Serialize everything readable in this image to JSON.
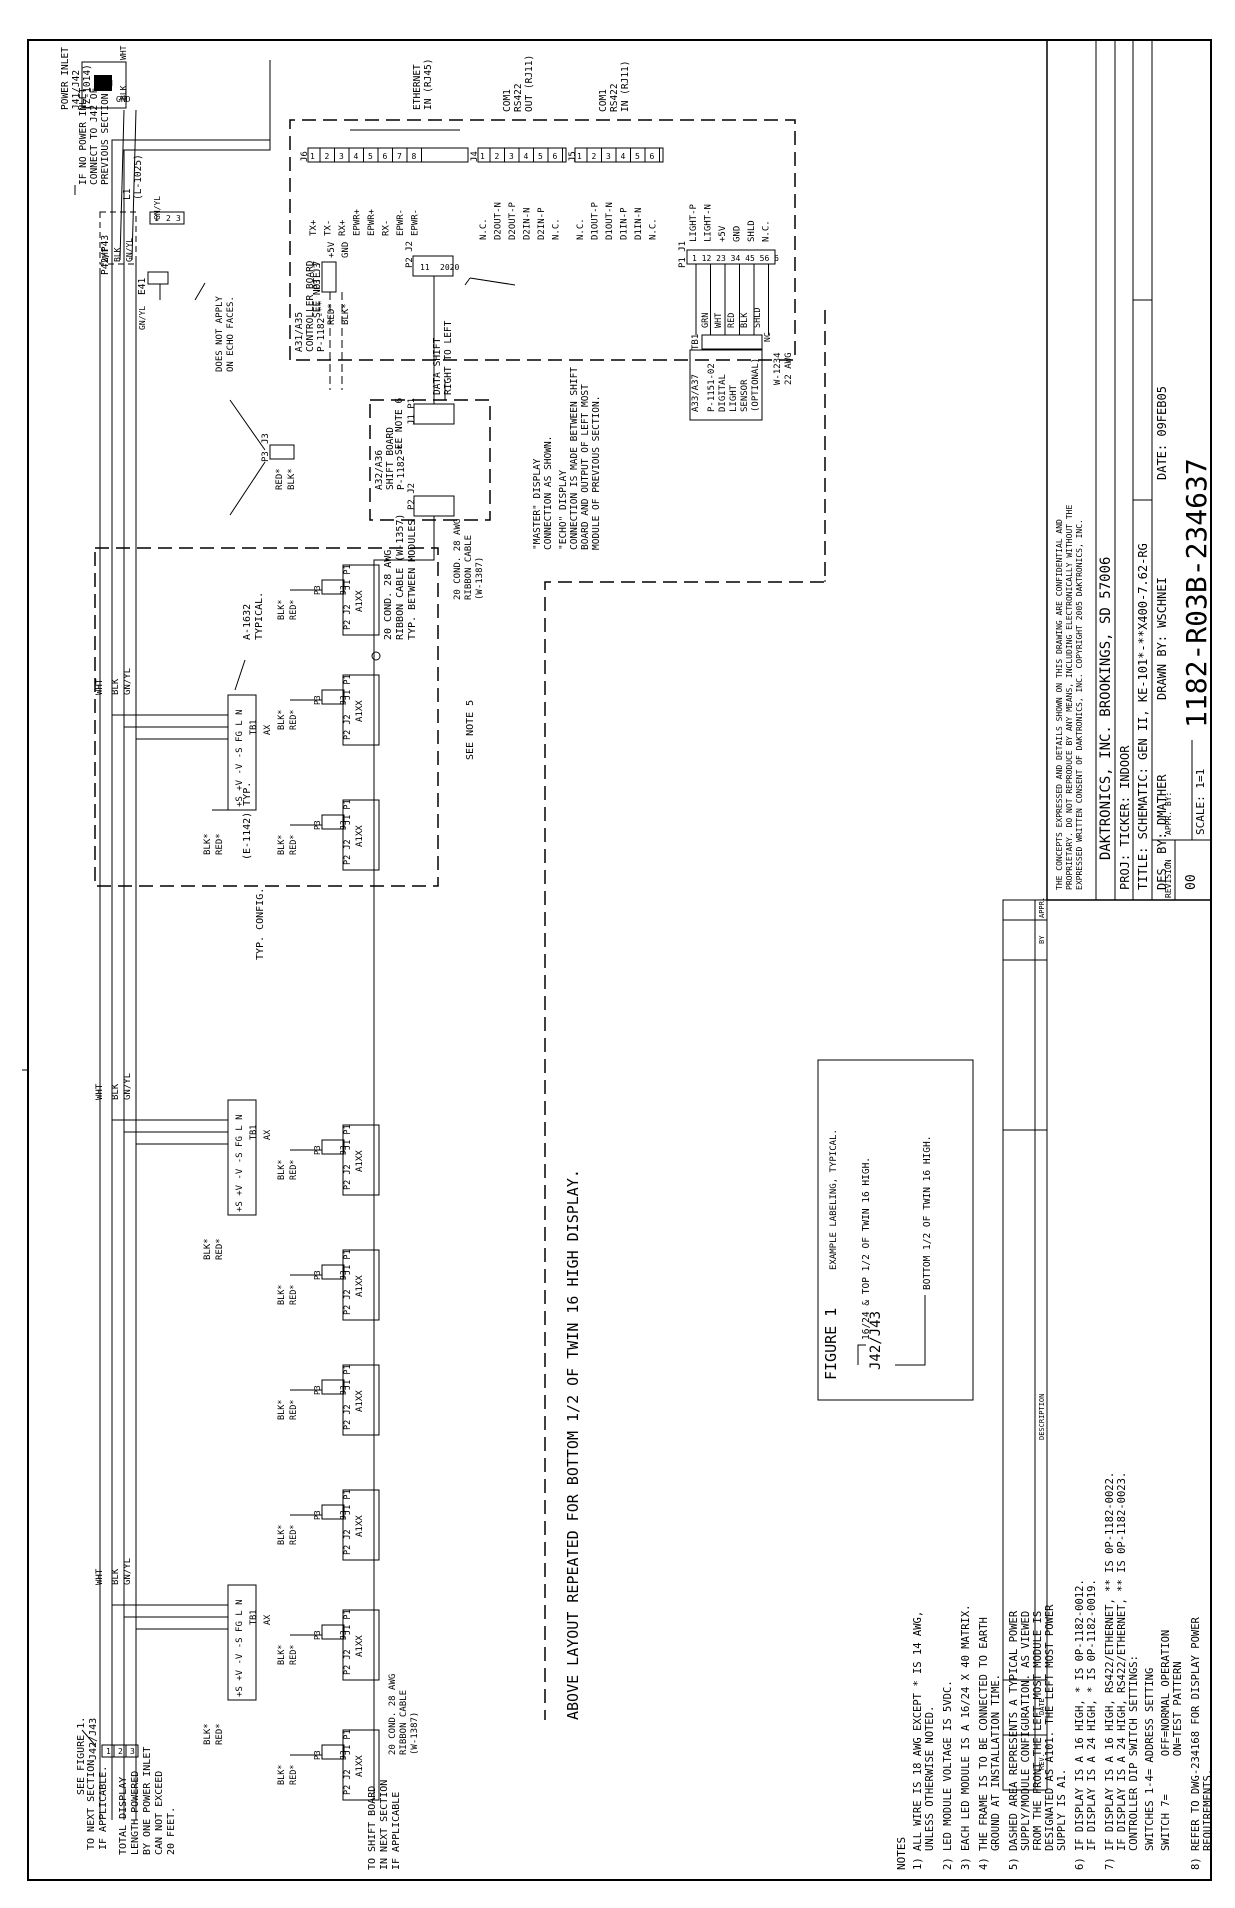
{
  "title_block": {
    "confidential": [
      "THE CONCEPTS EXPRESSED AND DETAILS SHOWN ON THIS DRAWING ARE CONFIDENTIAL AND",
      "PROPRIETARY. DO NOT REPRODUCE BY ANY MEANS, INCLUDING ELECTRONICALLY WITHOUT THE",
      "EXPRESSED WRITTEN CONSENT OF DAKTRONICS, INC. COPYRIGHT 2005 DAKTRONICS, INC."
    ],
    "company": "DAKTRONICS, INC. BROOKINGS, SD 57006",
    "proj": "PROJ: TICKER: INDOOR",
    "title": "TITLE: SCHEMATIC: GEN II, KE-101*-**X400-7.62-RG",
    "des": "DES. BY: DMATHER",
    "drawn": "DRAWN BY: WSCHNEI",
    "date": "DATE: 09FEB05",
    "revision_label": "REVISION",
    "revision": "00",
    "appr": "APPR. BY:",
    "scale": "SCALE: 1=1",
    "dwg_number": "1182-R03B-234637",
    "rev_headers": [
      "REV.",
      "DATE",
      "DESCRIPTION",
      "BY",
      "APPR."
    ]
  },
  "notes": {
    "heading": "NOTES",
    "items": [
      "1) ALL WIRE IS 18 AWG EXCEPT * IS 14 AWG,",
      "   UNLESS OTHERWISE NOTED.",
      "2) LED MODULE VOLTAGE IS 5VDC.",
      "3) EACH LED MODULE IS A 16/24 X 40 MATRIX.",
      "4) THE FRAME IS TO BE CONNECTED TO EARTH",
      "   GROUND AT INSTALLATION TIME.",
      "5) DASHED AREA REPRESENTS A TYPICAL POWER",
      "   SUPPLY/MODULE CONFIGURATION. AS VIEWED",
      "   FROM THE FRONT THE LEFT MOST MODULE IS",
      "   DESIGNATED AS A101. THE LEFT MOST POWER",
      "   SUPPLY IS A1.",
      "6) IF DISPLAY IS A 16 HIGH, * IS 0P-1182-0012.",
      "   IF DISPLAY IS A 24 HIGH, * IS 0P-1182-0019.",
      "7) IF DISPLAY IS A 16 HIGH, RS422/ETHERNET, ** IS 0P-1182-0022.",
      "   IF DISPLAY IS A 24 HIGH, RS422/ETHERNET, ** IS 0P-1182-0023.",
      "   CONTROLLER DIP SWITCH SETTINGS:",
      "   SWITCHES 1-4= ADDRESS SETTING",
      "   SWITCH 7=      OFF=NORMAL OPERATION",
      "                  ON=TEST PATTERN",
      "8) REFER TO DWG-234168 FOR DISPLAY POWER",
      "   REQUIREMENTS."
    ]
  },
  "figure1": {
    "title": "FIGURE 1",
    "subtitle": "EXAMPLE LABELING, TYPICAL.",
    "label": "J42/J43",
    "top_note": "16/24 & TOP 1/2 OF TWIN 16 HIGH.",
    "bottom_note": "BOTTOM 1/2 OF TWIN 16 HIGH."
  },
  "repeat_note": "ABOVE LAYOUT REPEATED FOR BOTTOM 1/2 OF TWIN 16 HIGH DISPLAY.",
  "left_labels": {
    "see_figure": "SEE FIGURE 1.",
    "j42": "J42/J43",
    "next_section": [
      "TO NEXT SECTION",
      "IF APPLICABLE."
    ],
    "total_display": [
      "TOTAL DISPLAY",
      "LENGTH POWERED",
      "BY ONE POWER INLET",
      "CAN NOT EXCEED",
      "20 FEET."
    ],
    "shift_board": [
      "TO SHIFT BOARD",
      "IN NEXT SECTION",
      "IF APPLICABLE"
    ],
    "ribbon": [
      "20 COND. 28 AWG",
      "RIBBON CABLE",
      "(W-1387)"
    ],
    "typ_config": "TYP. CONFIG.",
    "see_note5": "SEE NOTE 5",
    "e1142": "(E-1142) TYP.",
    "a1632": [
      "A-1632",
      "TYPICAL."
    ],
    "ribbon_between": [
      "20 COND. 28 AWG",
      "RIBBON CABLE (W-1357)",
      "TYP. BETWEEN MODULES"
    ]
  },
  "wires": {
    "wht": "WHT",
    "blk": "BLK",
    "gnyl": "GN/YL",
    "red_star": "RED*",
    "blk_star": "BLK*",
    "supply_pins": "+S +V -V -S FG L N",
    "tb1": "TB1",
    "ax": "AX",
    "module": "A1XX",
    "p2j2": "P2 J2",
    "j3p3": "J3 P3",
    "j1p1": "J1 P1",
    "p3": "P3",
    "j3": "J3"
  },
  "power_inlet": {
    "note": [
      "IF NO POWER INLET",
      "CONNECT TO J42 OF",
      "PREVIOUS SECTION"
    ],
    "label": [
      "POWER INLET",
      "J41/J42",
      "(Z-1014)"
    ],
    "l1": [
      "L1",
      "(L-1025)"
    ],
    "p42": "P42/P43",
    "pins": [
      "N",
      "GND"
    ],
    "e41": "E41",
    "not_echo": [
      "DOES NOT APPLY",
      "ON ECHO FACES."
    ]
  },
  "controller": {
    "ref": [
      "A31/A35",
      "CONTROLLER BOARD",
      "P-1182-**"
    ],
    "see_note": "SEE NOTE 7",
    "p3j3": "P3 J3",
    "pwr_pins": [
      "+5V",
      "GND"
    ],
    "j6": "J6",
    "eth_pins": [
      "TX+",
      "TX-",
      "RX+",
      "EPWR+",
      "EPWR+",
      "RX-",
      "EPWR-",
      "EPWR-"
    ],
    "eth_label": [
      "ETHERNET",
      "IN (RJ45)"
    ],
    "j4": "J4",
    "com1_out_pins": [
      "N.C.",
      "D2OUT-N",
      "D2OUT-P",
      "D2IN-N",
      "D2IN-P",
      "N.C."
    ],
    "com1_out_label": [
      "COM1",
      "RS422",
      "OUT (RJ11)"
    ],
    "j5": "J5",
    "com1_in_pins": [
      "N.C.",
      "D1OUT-P",
      "D1OUT-N",
      "D1IN-P",
      "D1IN-N",
      "N.C."
    ],
    "com1_in_label": [
      "COM1",
      "RS422",
      "IN (RJ11)"
    ],
    "p1j1": "P1 J1",
    "light_pins": [
      "LIGHT-P",
      "LIGHT-N",
      "+5V",
      "GND",
      "SHLD",
      "N.C."
    ],
    "p2j2": "P2 J2",
    "data_shift": [
      "DATA SHIFT",
      "RIGHT TO LEFT"
    ],
    "master_note": [
      "\"MASTER\" DISPLAY",
      "CONNECTION AS SHOWN.",
      "\"ECHO\" DISPLAY",
      "CONNECTION IS MADE BETWEEN SHIFT",
      "BOARD AND OUTPUT OF LEFT MOST",
      "MODULE OF PREVIOUS SECTION."
    ]
  },
  "shift_board": {
    "ref": [
      "A32/A36",
      "SHIFT BOARD",
      "P-1182-*"
    ],
    "see_note": "SEE NOTE 6",
    "j1p1": "J1 P1",
    "p2j2": "P2 J2"
  },
  "sensor": {
    "ref": [
      "A33/A37",
      "P-1151-02",
      "DIGITAL",
      "LIGHT",
      "SENSOR",
      "(OPTIONAL)"
    ],
    "tb1": "TB1",
    "wires": [
      "GRN",
      "WHT",
      "RED",
      "BLK",
      "SHLD"
    ],
    "cable": [
      "W-1234",
      "22 AWG"
    ],
    "nc": "NC"
  }
}
